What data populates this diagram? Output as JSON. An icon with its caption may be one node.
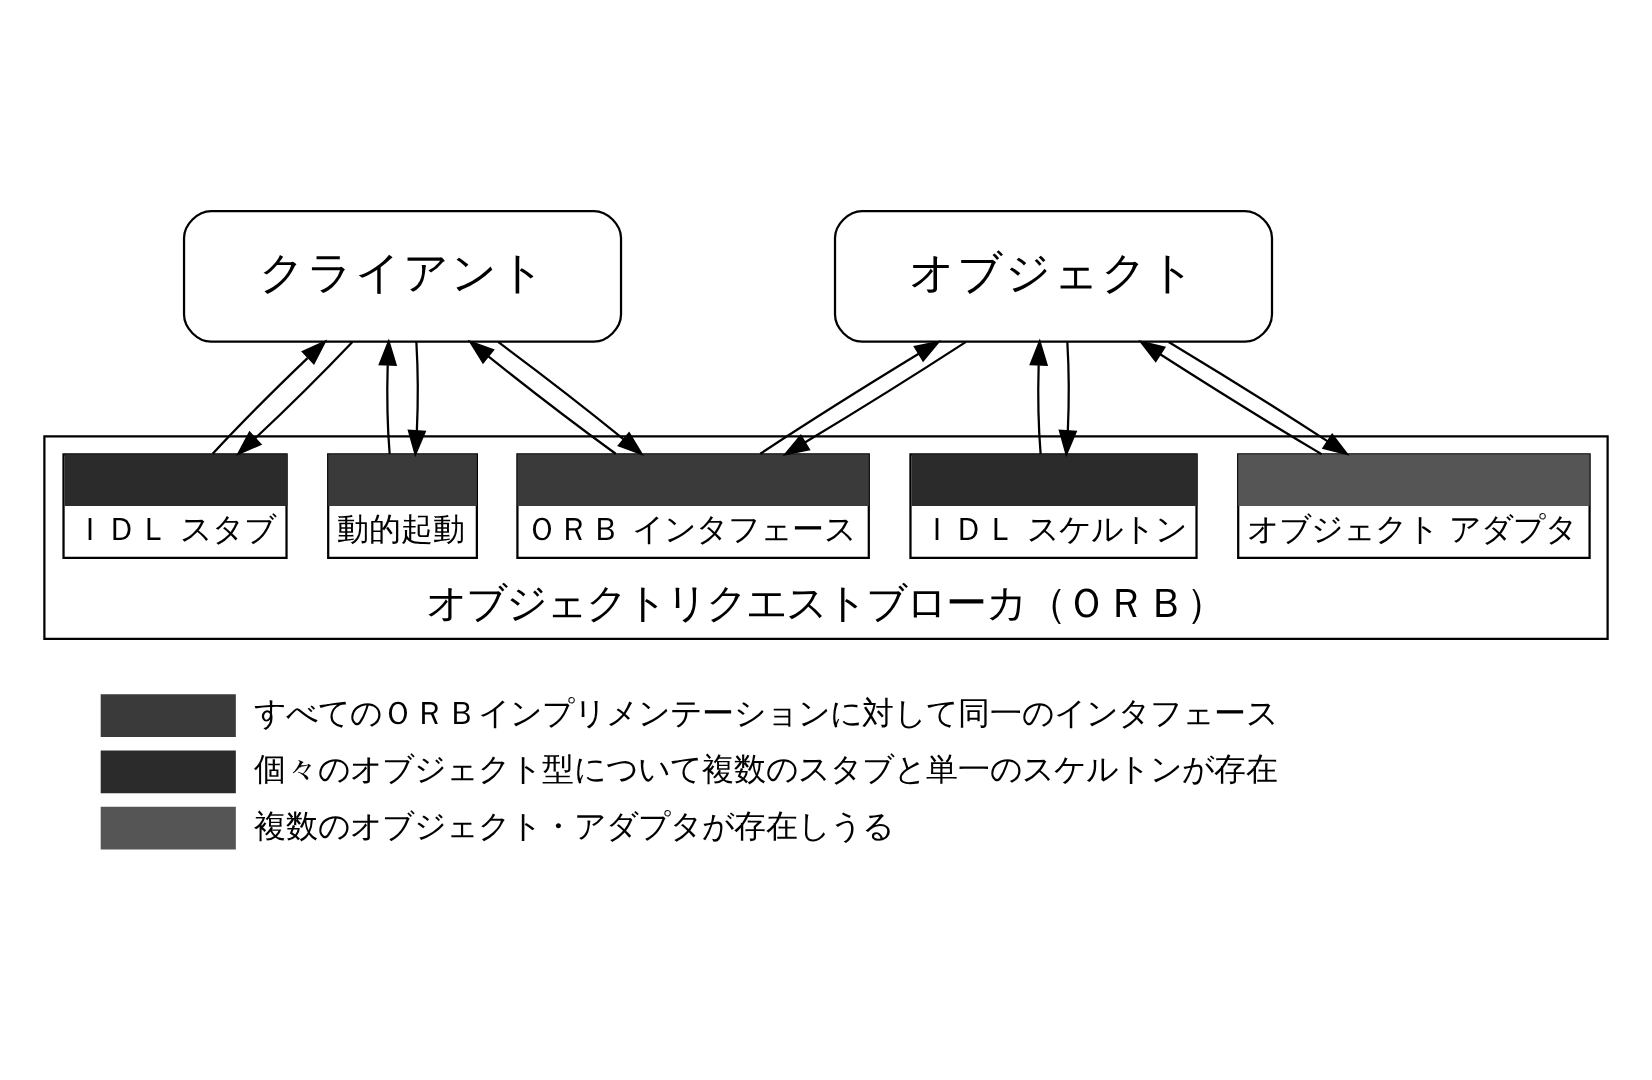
{
  "diagram": {
    "nodes": [
      {
        "text": [
          "クライアント"
        ]
      },
      {
        "text": [
          "オブジェクト"
        ]
      },
      {
        "text": [
          "オブジェクトリクエストブローカ（ＯＲＢ）"
        ]
      },
      {
        "text": [
          "動的起動"
        ],
        "in": 2
      },
      {
        "text": [
          "ＩＤＬ スタブ"
        ],
        "in": 2
      },
      {
        "text": [
          "ＯＲＢ インタフェース"
        ],
        "in": 2
      },
      {
        "text": [
          "ＩＤＬ スケルトン"
        ],
        "in": 2
      },
      {
        "text": [
          "オブジェクト アダプタ"
        ],
        "in": 2
      }
    ],
    "edges": [
      {
        "from": 0,
        "to": 3,
        "arrow": "to"
      },
      {
        "from": 3,
        "to": 0,
        "arrow": "to"
      },
      {
        "from": 0,
        "to": 4,
        "arrow": "to"
      },
      {
        "from": 4,
        "to": 0,
        "arrow": "to"
      },
      {
        "from": 0,
        "to": 5,
        "arrow": "to"
      },
      {
        "from": 5,
        "to": 0,
        "arrow": "to"
      },
      {
        "from": 5,
        "to": 1,
        "arrow": "to"
      },
      {
        "from": 1,
        "to": 5,
        "arrow": "to"
      },
      {
        "from": 6,
        "to": 1,
        "arrow": "to"
      },
      {
        "from": 1,
        "to": 6,
        "arrow": "to"
      },
      {
        "from": 7,
        "to": 1,
        "arrow": "to"
      },
      {
        "from": 1,
        "to": 7,
        "arrow": "to"
      }
    ],
    "legend": [
      {
        "text": "すべてのＯＲＢインプリメンテーションに対して同一のインタフェース",
        "color": "#3a3a3a"
      },
      {
        "text": "個々のオブジェクト型について複数のスタブと単一のスケルトンが存在",
        "color": "#2b2b2b"
      },
      {
        "text": "複数のオブジェクト・アダプタが存在しうる",
        "color": "#555555"
      }
    ]
  }
}
